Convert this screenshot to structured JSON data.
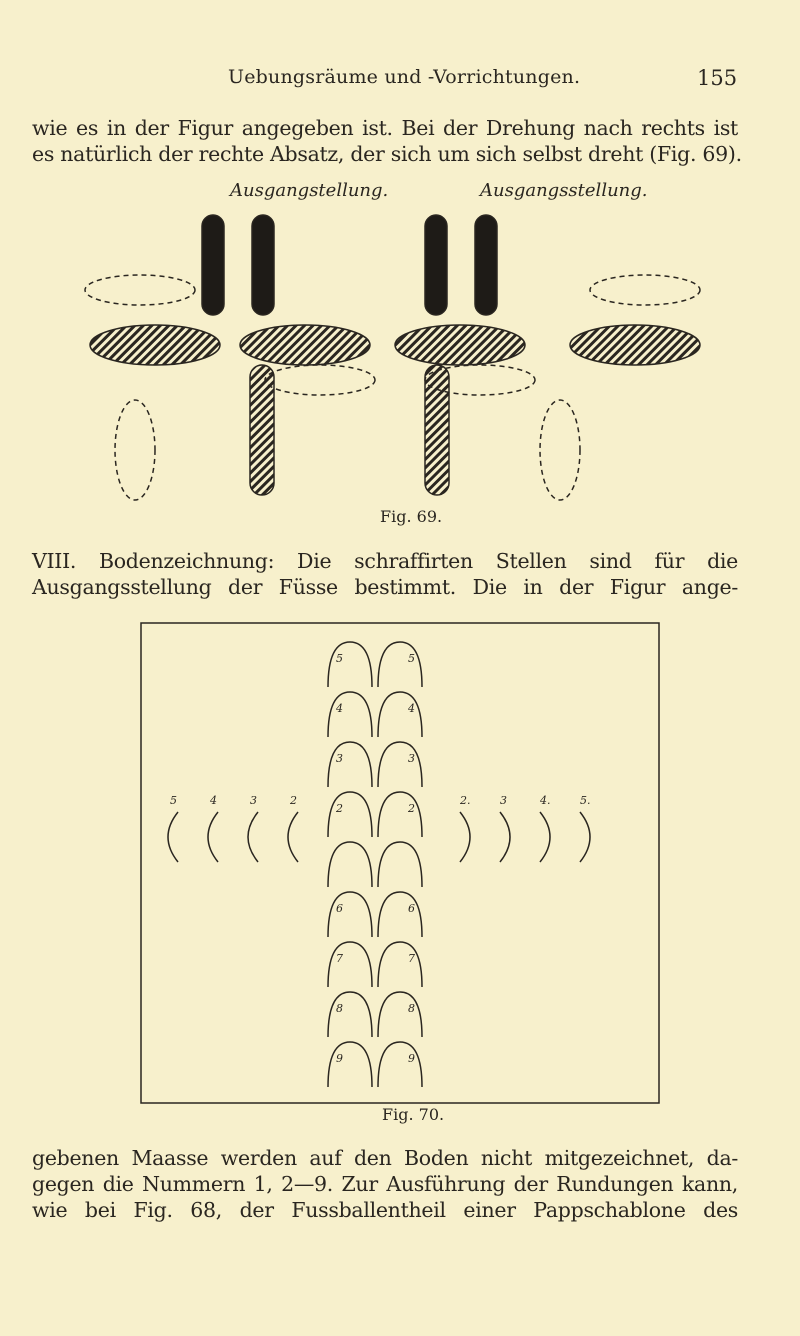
{
  "header": {
    "title": "Uebungsräume und -Vorrichtungen.",
    "page_number": "155"
  },
  "para1": [
    "wie es in der Figur angegeben ist. Bei der Drehung nach rechts ist",
    "es natürlich der rechte Absatz, der sich um sich selbst dreht (Fig. 69)."
  ],
  "fig69": {
    "label_left": "Ausgangstellung.",
    "label_right": "Ausgangsstellung.",
    "caption": "Fig. 69."
  },
  "para2": [
    "VIII. Bodenzeichnung: Die schraffirten Stellen sind für die",
    "Ausgangsstellung der Füsse bestimmt. Die in der Figur ange-"
  ],
  "fig70": {
    "caption": "Fig. 70.",
    "left_numbers": [
      "5",
      "4",
      "3",
      "2"
    ],
    "right_numbers": [
      "2.",
      "3",
      "4.",
      "5."
    ],
    "center_numbers": [
      "5",
      "4",
      "3",
      "2",
      "6",
      "7",
      "8",
      "9"
    ]
  },
  "para3": [
    "gebenen Maasse werden auf den Boden nicht mitgezeichnet, da-",
    "gegen die Nummern 1, 2—9. Zur Ausführung der Rundungen kann,",
    "wie bei Fig. 68, der Fussballentheil einer Pappschablone des"
  ]
}
